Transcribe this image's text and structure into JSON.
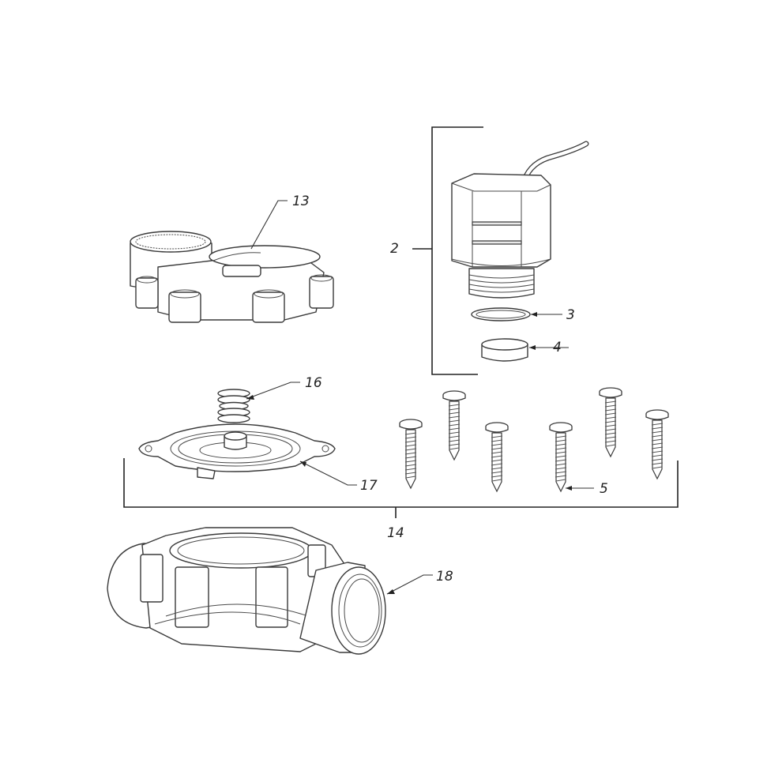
{
  "diagram": {
    "type": "exploded-parts-view",
    "background": "#ffffff",
    "line_color": "#333333",
    "parts": [
      {
        "id": "2",
        "label": "2",
        "description": "solenoid assembly (bracketed group)"
      },
      {
        "id": "3",
        "label": "3",
        "description": "o-ring"
      },
      {
        "id": "4",
        "label": "4",
        "description": "plunger cap"
      },
      {
        "id": "5",
        "label": "5",
        "description": "screws (x6)"
      },
      {
        "id": "13",
        "label": "13",
        "description": "bonnet / valve cover"
      },
      {
        "id": "14",
        "label": "14",
        "description": "diaphragm + screws group (bracketed)"
      },
      {
        "id": "16",
        "label": "16",
        "description": "spring"
      },
      {
        "id": "17",
        "label": "17",
        "description": "diaphragm"
      },
      {
        "id": "18",
        "label": "18",
        "description": "valve body"
      }
    ],
    "screw_count": 6
  }
}
